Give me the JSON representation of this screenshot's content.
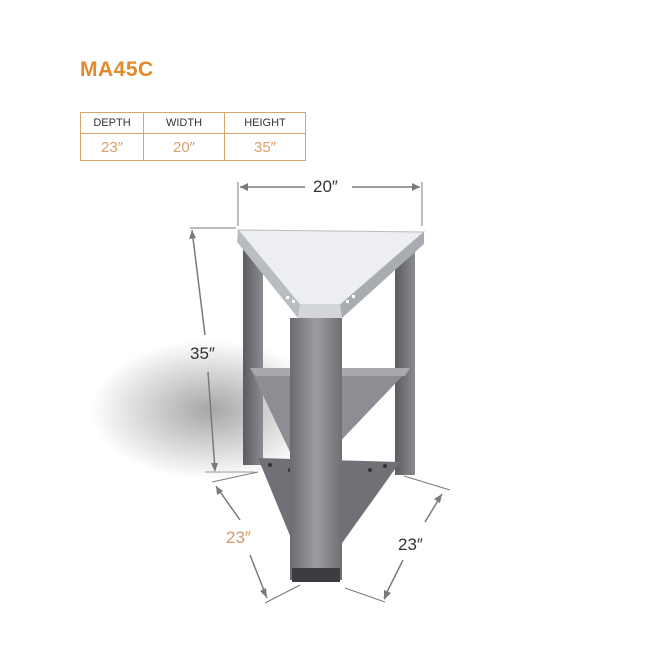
{
  "product": {
    "model": "MA45C"
  },
  "specs": {
    "headers": [
      "DEPTH",
      "WIDTH",
      "HEIGHT"
    ],
    "values": [
      "23″",
      "20″",
      "35″"
    ]
  },
  "dimensions": {
    "width": "20″",
    "height": "35″",
    "depth_left": "23″",
    "depth_right": "23″"
  },
  "colors": {
    "accent": "#e08a2c",
    "table_border": "#d9a56a",
    "value_text": "#d8a06a",
    "frame": "#7d7f84",
    "top_surface": "#e9ebee"
  }
}
